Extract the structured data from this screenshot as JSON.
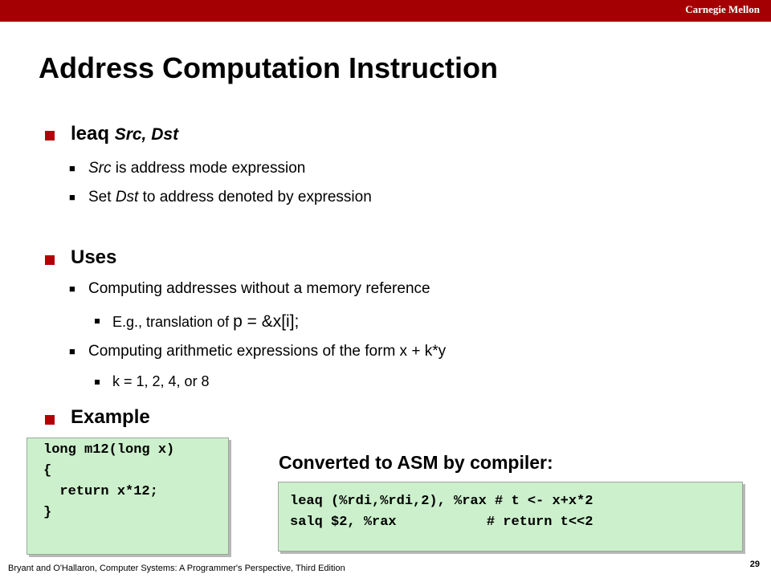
{
  "header": {
    "brand": "Carnegie Mellon"
  },
  "slide": {
    "title": "Address Computation Instruction",
    "bullets": [
      {
        "parts": [
          {
            "text": "leaq ",
            "style": "plain"
          },
          {
            "text": "Src, Dst",
            "style": "italic"
          }
        ],
        "sub": [
          {
            "parts": [
              {
                "text": "Src",
                "style": "italic"
              },
              {
                "text": " is address mode expression",
                "style": "plain"
              }
            ]
          },
          {
            "parts": [
              {
                "text": "Set ",
                "style": "plain"
              },
              {
                "text": "Dst",
                "style": "italic"
              },
              {
                "text": " to address denoted by expression",
                "style": "plain"
              }
            ]
          }
        ]
      },
      {
        "label": "Uses",
        "sub": [
          {
            "text": "Computing addresses without a memory reference",
            "subsub": [
              {
                "text_a": "E.g., translation of ",
                "text_b": "p = &x[i];"
              }
            ]
          },
          {
            "text": "Computing arithmetic expressions of the form x + k*y",
            "subsub": [
              {
                "text_a": "k = 1, 2, 4, or 8",
                "text_b": ""
              }
            ]
          }
        ]
      },
      {
        "label": "Example"
      }
    ],
    "c_code": "long m12(long x)\n{\n  return x*12;\n}",
    "asm_label": "Converted to ASM by compiler:",
    "asm_code": "leaq (%rdi,%rdi,2), %rax # t <- x+x*2\nsalq $2, %rax           # return t<<2"
  },
  "footer": {
    "citation": "Bryant and O'Hallaron, Computer Systems: A Programmer's Perspective, Third Edition",
    "page_number": "29"
  },
  "colors": {
    "header_bar": "#a40004",
    "bullet": "#b30008",
    "code_bg": "#ccf0cc"
  }
}
